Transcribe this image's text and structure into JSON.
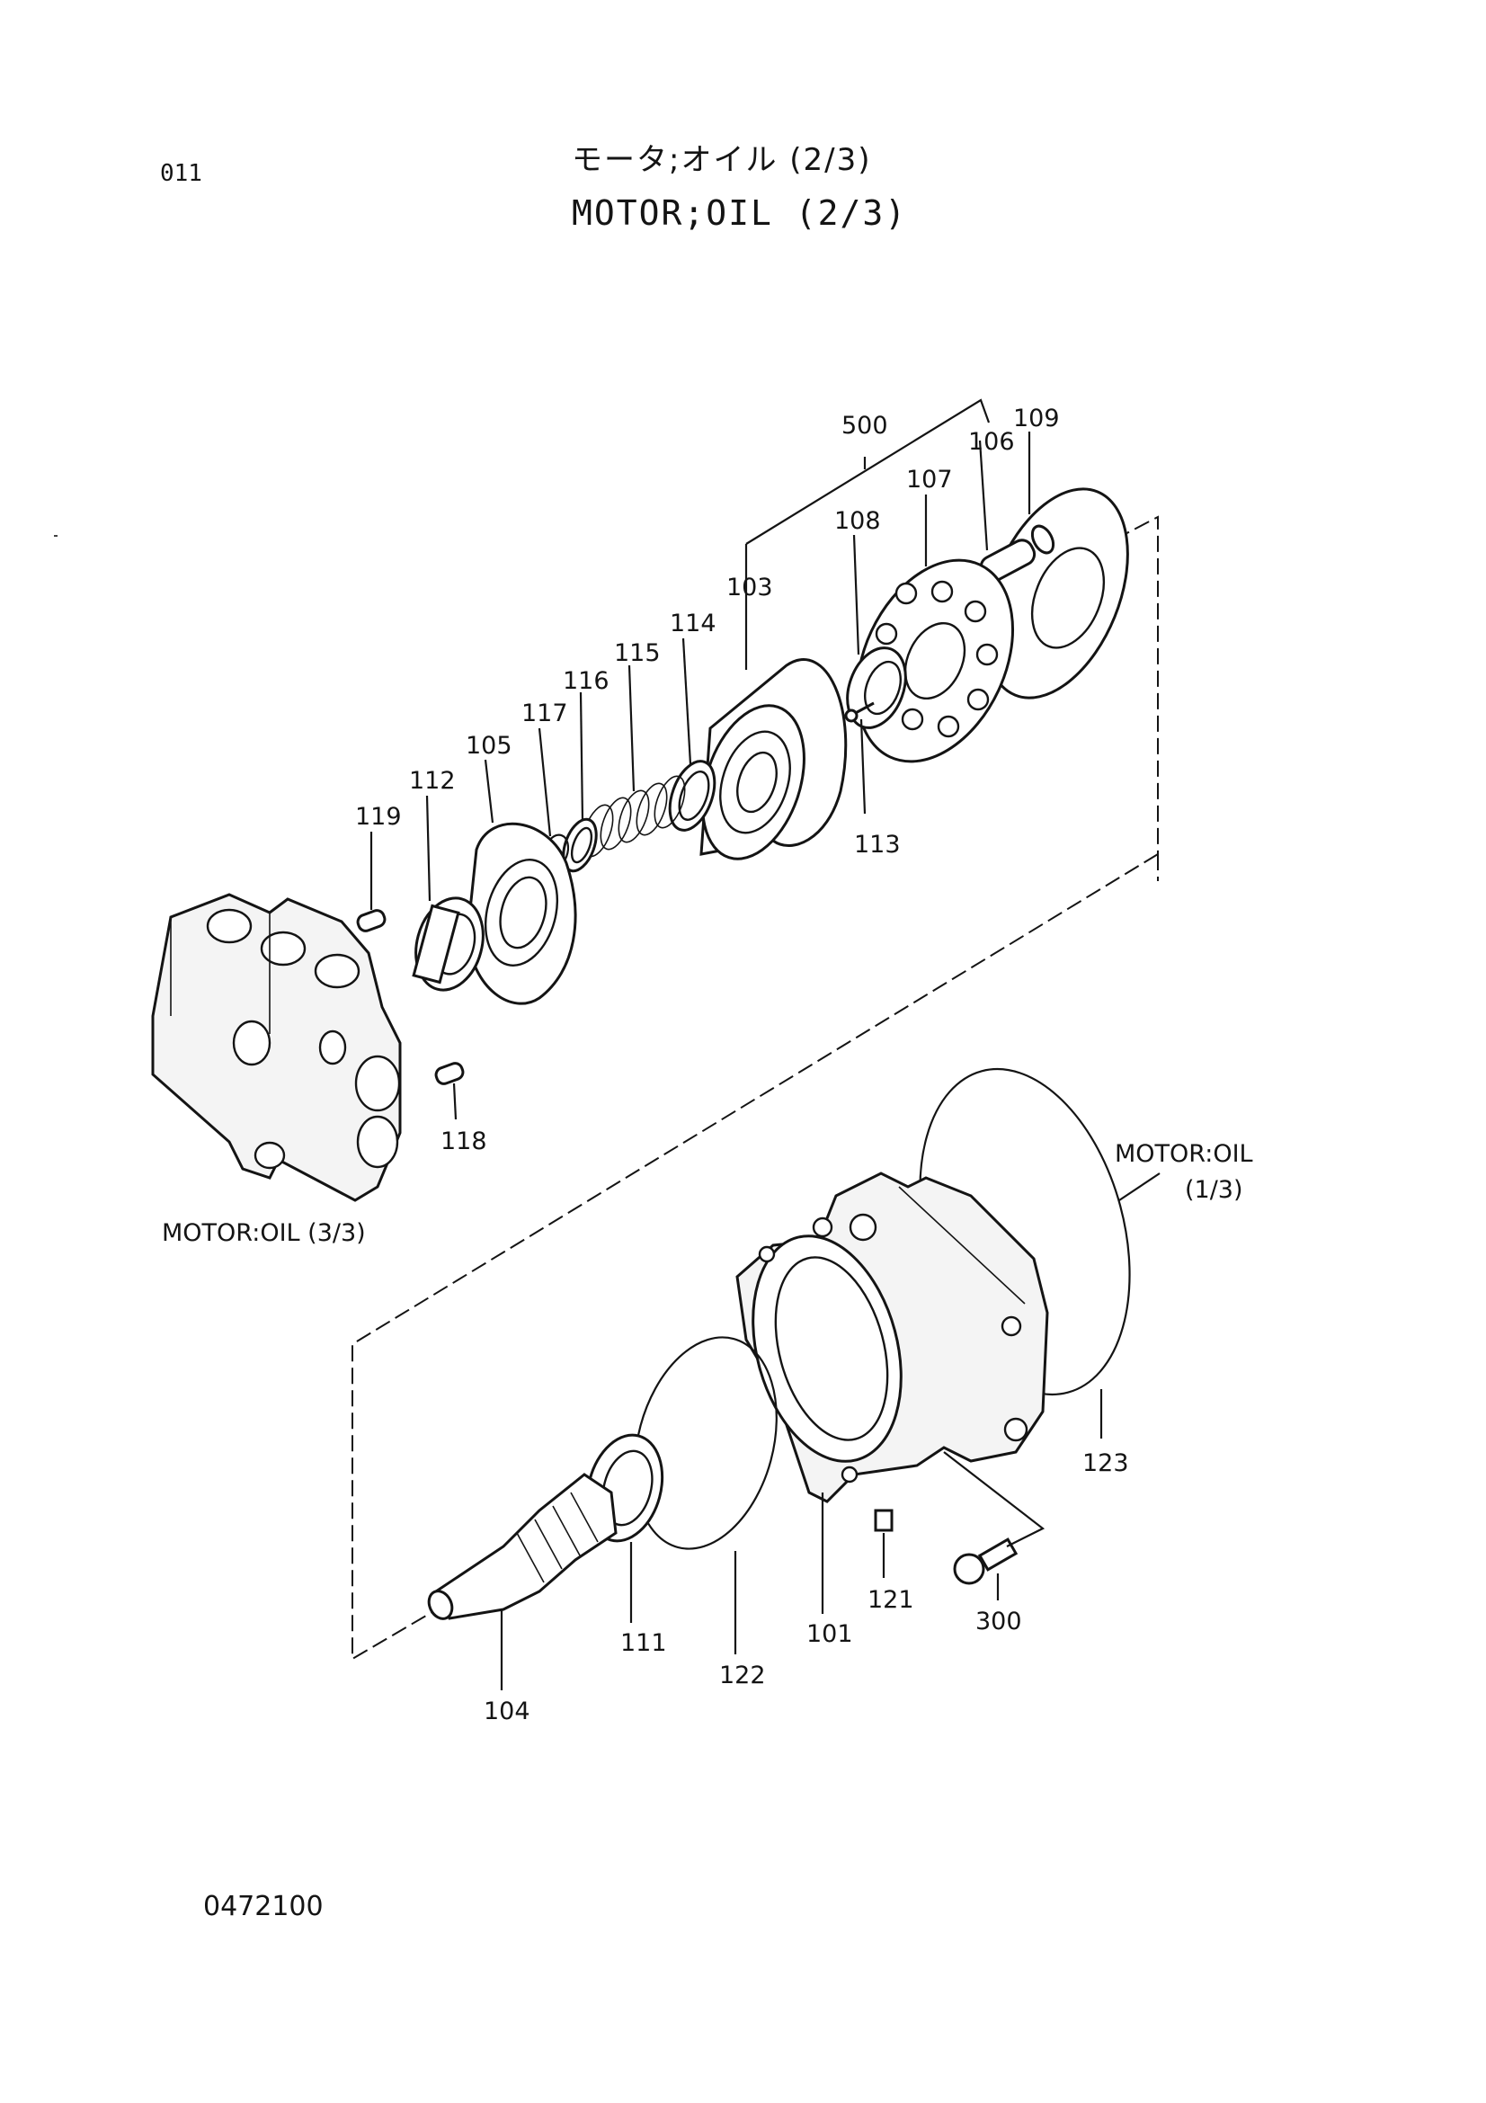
{
  "page": {
    "page_number": "011",
    "title_jp": "モータ;オイル (2/3)",
    "title_en": "MOTOR;OIL (2/3)",
    "drawing_number": "0472100"
  },
  "cross_references": {
    "ref_1_of_3_line1": "MOTOR:OIL",
    "ref_1_of_3_line2": "(1/3)",
    "ref_3_of_3": "MOTOR:OIL (3/3)"
  },
  "callouts": [
    {
      "id": "500",
      "label": "500"
    },
    {
      "id": "106",
      "label": "106"
    },
    {
      "id": "109",
      "label": "109"
    },
    {
      "id": "107",
      "label": "107"
    },
    {
      "id": "108",
      "label": "108"
    },
    {
      "id": "103",
      "label": "103"
    },
    {
      "id": "114",
      "label": "114"
    },
    {
      "id": "115",
      "label": "115"
    },
    {
      "id": "116",
      "label": "116"
    },
    {
      "id": "117",
      "label": "117"
    },
    {
      "id": "105",
      "label": "105"
    },
    {
      "id": "112",
      "label": "112"
    },
    {
      "id": "119",
      "label": "119"
    },
    {
      "id": "113",
      "label": "113"
    },
    {
      "id": "118",
      "label": "118"
    },
    {
      "id": "123",
      "label": "123"
    },
    {
      "id": "121",
      "label": "121"
    },
    {
      "id": "300",
      "label": "300"
    },
    {
      "id": "101",
      "label": "101"
    },
    {
      "id": "111",
      "label": "111"
    },
    {
      "id": "122",
      "label": "122"
    },
    {
      "id": "104",
      "label": "104"
    }
  ]
}
